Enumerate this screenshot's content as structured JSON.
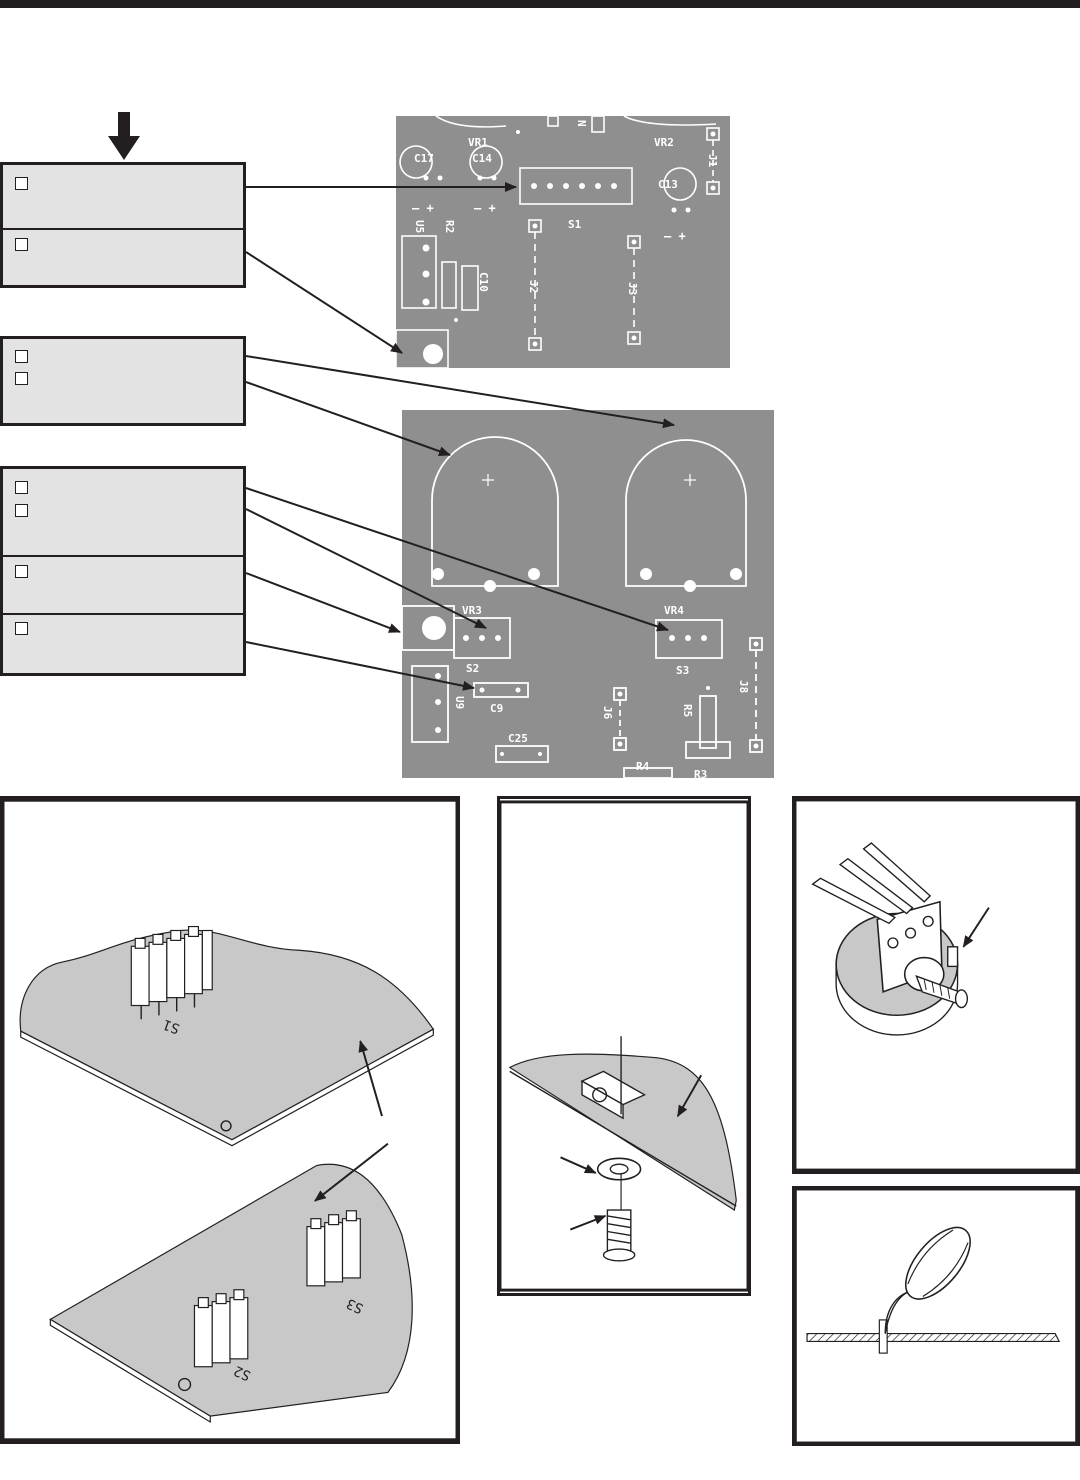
{
  "board_upper": {
    "labels": [
      "C17",
      "VR1",
      "C14",
      "VR2",
      "J1",
      "C13",
      "S1",
      "U5",
      "R2",
      "C10",
      "J2",
      "J3",
      "N"
    ]
  },
  "board_lower": {
    "labels": [
      "VR3",
      "VR4",
      "S2",
      "S3",
      "U9",
      "C9",
      "J8",
      "R5",
      "J6",
      "C25",
      "R4",
      "R3"
    ]
  },
  "figure_headers": {
    "labels": [
      "S1",
      "S2",
      "S3"
    ]
  },
  "colors": {
    "ink": "#231f20",
    "box_fill": "#e3e3e3",
    "photo_bg": "#8f8f8f",
    "board_fill": "#c8c8c8"
  }
}
